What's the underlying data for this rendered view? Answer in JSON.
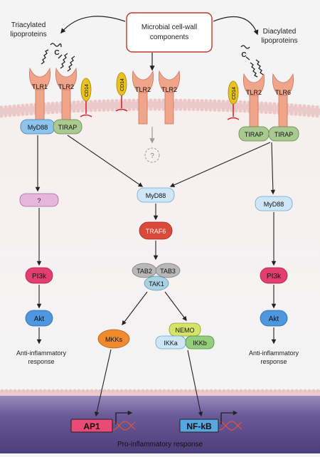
{
  "header": {
    "source_line1": "Microbial cell-wall",
    "source_line2": "components",
    "left_ligand_line1": "Triacylated",
    "left_ligand_line2": "lipoproteins",
    "right_ligand_line1": "Diacylated",
    "right_ligand_line2": "lipoproteins"
  },
  "receptors": {
    "tlr1": "TLR1",
    "tlr2": "TLR2",
    "tlr6": "TLR6",
    "cd14": "CD14"
  },
  "adaptors": {
    "myd88": "MyD88",
    "tirap": "TIRAP",
    "unknown": "?"
  },
  "left_path": {
    "unknown": "?",
    "pi3k": "PI3k",
    "akt": "Akt",
    "outcome_line1": "Anti-inflammatory",
    "outcome_line2": "response"
  },
  "center_path": {
    "myd88": "MyD88",
    "traf6": "TRAF6",
    "tab2": "TAB2",
    "tab3": "TAB3",
    "tak1": "TAK1",
    "mkks": "MKKs",
    "nemo": "NEMO",
    "ikka": "IKKa",
    "ikkb": "IKKb"
  },
  "right_path": {
    "myd88": "MyD88",
    "pi3k": "PI3k",
    "akt": "Akt",
    "outcome_line1": "Anti-inflammatory",
    "outcome_line2": "response"
  },
  "nucleus": {
    "ap1": "AP1",
    "nfkb": "NF-kB",
    "outcome": "Pro-inflammatory response"
  },
  "colors": {
    "tlr": "#f0a58a",
    "cd14": "#e8c21e",
    "inhibitor": "#d42a2a",
    "myd88": "#8ec4ec",
    "tirap": "#a8c98f",
    "unknown_pink": "#e7b6dc",
    "pi3k": "#e23f70",
    "akt": "#4e96dd",
    "traf6": "#d94a3a",
    "tab": "#b8b8b8",
    "tak1": "#a9d3e0",
    "mkks": "#f08a2e",
    "nemo": "#d5e36a",
    "ikka": "#cde5f5",
    "ikkb": "#93cf7a",
    "ap1": "#ea4a76",
    "nfkb": "#58a7e0",
    "nucleus": "#4d3d7a",
    "dna": "#e0523e"
  }
}
